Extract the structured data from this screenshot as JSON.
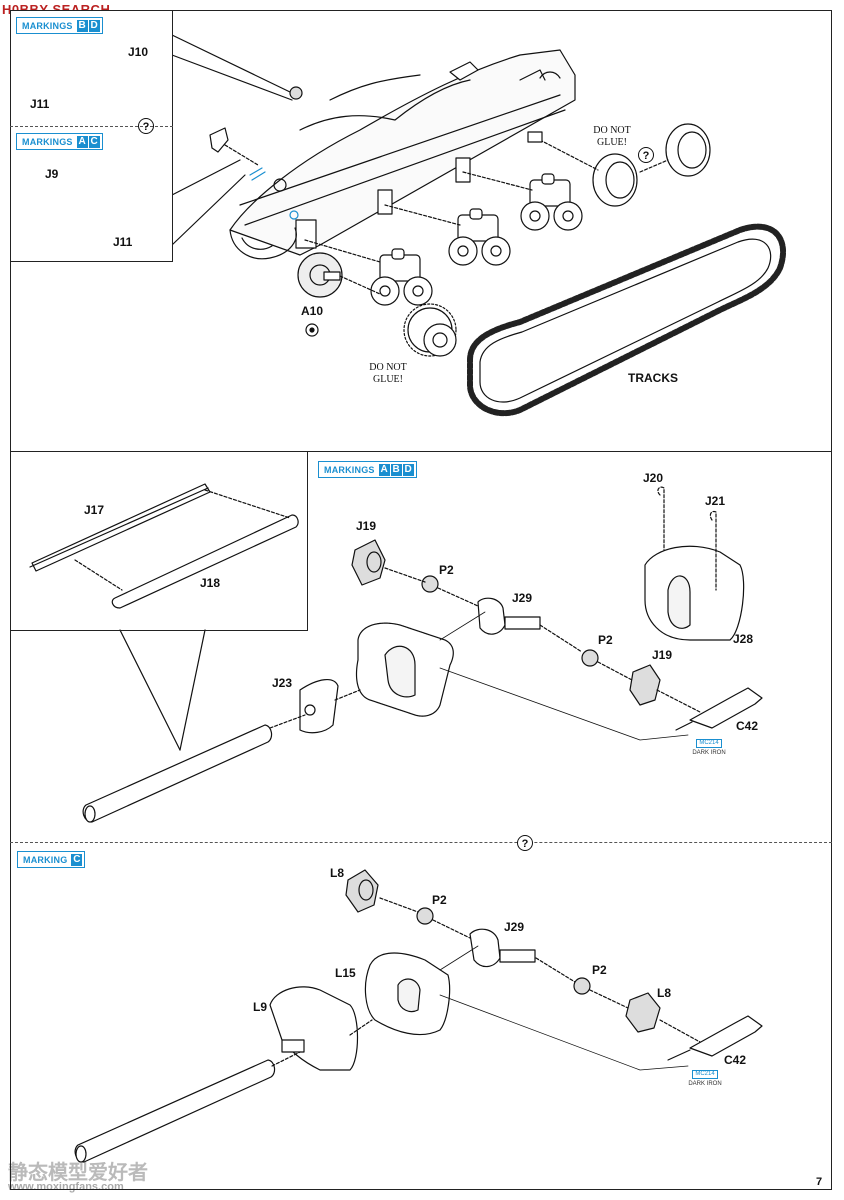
{
  "watermark_top": "H0BBY SEARCH",
  "watermark_bottom_cjk": "静态模型爱好者",
  "watermark_bottom_url": "www.moxingfans.com",
  "page_number": "7",
  "question_mark": "?",
  "markings": {
    "bd": {
      "label": "MARKINGS",
      "letters": [
        "B",
        "D"
      ]
    },
    "ac": {
      "label": "MARKINGS",
      "letters": [
        "A",
        "C"
      ]
    },
    "abd": {
      "label": "MARKINGS",
      "letters": [
        "A",
        "B",
        "D"
      ]
    },
    "c": {
      "label": "MARKING",
      "letters": [
        "C"
      ]
    }
  },
  "section1": {
    "parts": {
      "j10": "J10",
      "j11a": "J11",
      "j9": "J9",
      "j11b": "J11",
      "a10": "A10"
    },
    "notes": {
      "sprocket": "DO NOT\nGLUE!",
      "idler": "DO NOT\nGLUE!"
    },
    "tracks": "TRACKS"
  },
  "section2": {
    "parts": {
      "j17": "J17",
      "j18": "J18",
      "j19a": "J19",
      "p2a": "P2",
      "j29": "J29",
      "p2b": "P2",
      "j19b": "J19",
      "j20": "J20",
      "j21": "J21",
      "j28": "J28",
      "j23": "J23",
      "c42": "C42"
    },
    "paint": {
      "code": "MC214",
      "name": "DARK IRON"
    }
  },
  "section3": {
    "parts": {
      "l8a": "L8",
      "p2a": "P2",
      "j29": "J29",
      "l15": "L15",
      "p2b": "P2",
      "l8b": "L8",
      "l9": "L9",
      "c42": "C42"
    },
    "paint": {
      "code": "MC214",
      "name": "DARK IRON"
    }
  }
}
